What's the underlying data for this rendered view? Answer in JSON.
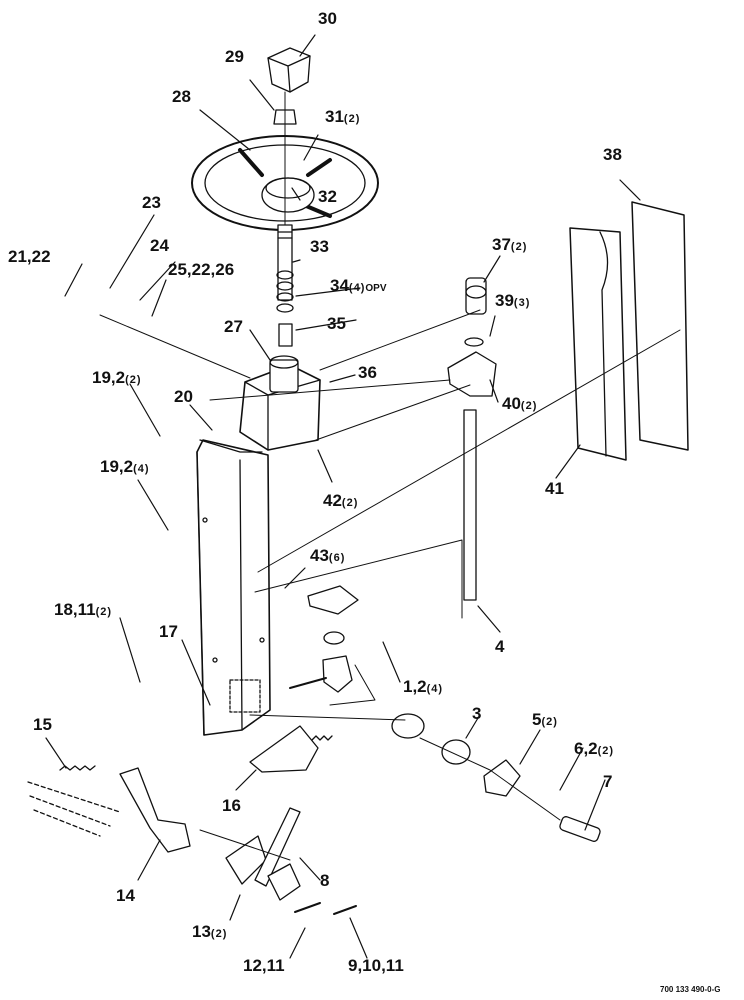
{
  "callouts": {
    "p30": "30",
    "p29": "29",
    "p28": "28",
    "p31": "31",
    "p31q": "(2)",
    "p32": "32",
    "p38": "38",
    "p23": "23",
    "p24": "24",
    "p21": "21,22",
    "p25": "25,22,26",
    "p33": "33",
    "p37": "37",
    "p37q": "(2)",
    "p34": "34",
    "p34q": "(4)",
    "p34s": "OPV",
    "p39": "39",
    "p39q": "(3)",
    "p35": "35",
    "p27": "27",
    "p36": "36",
    "p19a": "19,2",
    "p19aq": "(2)",
    "p20": "20",
    "p40": "40",
    "p40q": "(2)",
    "p41": "41",
    "p19b": "19,2",
    "p19bq": "(4)",
    "p42": "42",
    "p42q": "(2)",
    "p43": "43",
    "p43q": "(6)",
    "p18": "18,11",
    "p18q": "(2)",
    "p17": "17",
    "p4": "4",
    "p1": "1,2",
    "p1q": "(4)",
    "p15": "15",
    "p3": "3",
    "p5": "5",
    "p5q": "(2)",
    "p6": "6,2",
    "p6q": "(2)",
    "p16": "16",
    "p7": "7",
    "p8": "8",
    "p14": "14",
    "p13": "13",
    "p13q": "(2)",
    "p12": "12,11",
    "p9": "9,10,11"
  },
  "reference": "700 133 490-0-G"
}
